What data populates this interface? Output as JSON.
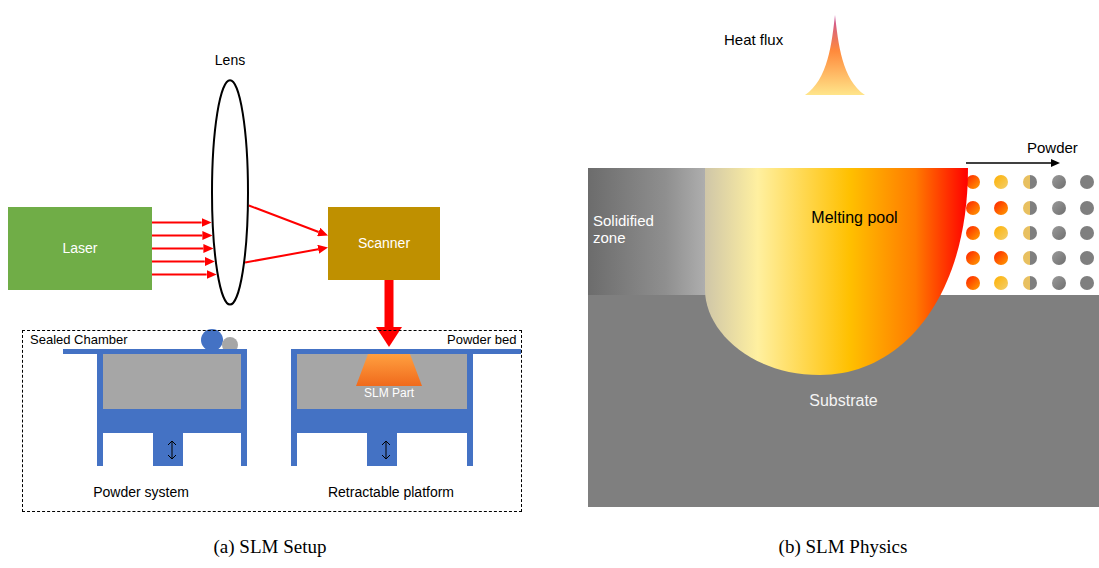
{
  "diagram": {
    "nodes": [
      {
        "text": [
          "Laser"
        ]
      },
      {
        "text": [
          "Lens"
        ]
      },
      {
        "text": [
          "Scanner"
        ]
      },
      {
        "text": [
          "Sealed Chamber"
        ]
      },
      {
        "text": [
          "Powder system"
        ],
        "in": 3
      },
      {
        "text": [
          "Retractable platform"
        ],
        "in": 3
      },
      {
        "text": [
          "SLM Part"
        ],
        "in": 5
      },
      {
        "text": [
          "Solidified zone"
        ]
      },
      {
        "text": [
          "Melting pool"
        ]
      },
      {
        "text": [
          "Substrate"
        ]
      }
    ],
    "edges": [
      {
        "from": 0,
        "to": 1,
        "arrow": "to"
      },
      {
        "from": 1,
        "to": 2,
        "arrow": "to"
      },
      {
        "from": 2,
        "to": 6,
        "arrow": "to"
      }
    ],
    "labels": [
      "Powder bed",
      "Heat flux",
      "Powder",
      "(a) SLM Setup",
      "(b) SLM Physics"
    ]
  }
}
